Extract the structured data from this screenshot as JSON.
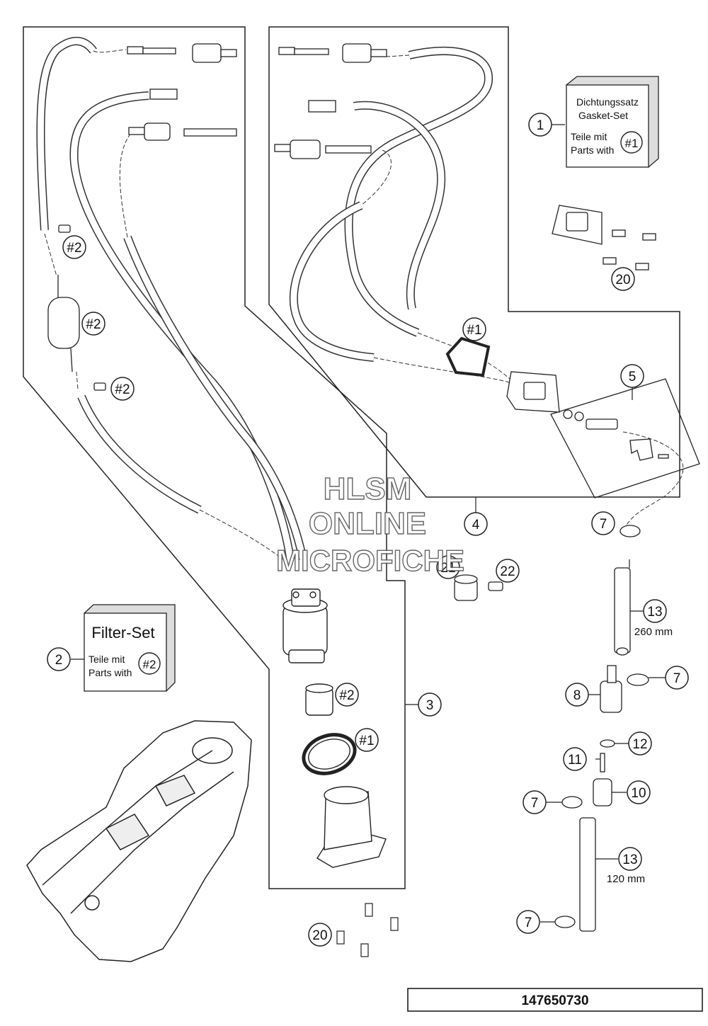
{
  "callouts": {
    "c1": "1",
    "c2": "2",
    "c3": "3",
    "c4": "4",
    "c5": "5",
    "c7": "7",
    "c8": "8",
    "c10": "10",
    "c11": "11",
    "c12": "12",
    "c13": "13",
    "c20": "20",
    "c21": "21",
    "c22": "22",
    "g1": "#1",
    "g2": "#2"
  },
  "gasket_set": {
    "title_de": "Dichtungssatz",
    "title_en": "Gasket-Set",
    "line_de": "Teile mit",
    "line_en": "Parts with",
    "ref": "#1"
  },
  "filter_set": {
    "title": "Filter-Set",
    "line_de": "Teile mit",
    "line_en": "Parts with",
    "ref": "#2"
  },
  "hose_lengths": {
    "upper": "260 mm",
    "lower": "120 mm"
  },
  "watermark": {
    "line1": "HLSM",
    "line2": "ONLINE",
    "line3": "MICROFICHE"
  },
  "part_number": "147650730"
}
